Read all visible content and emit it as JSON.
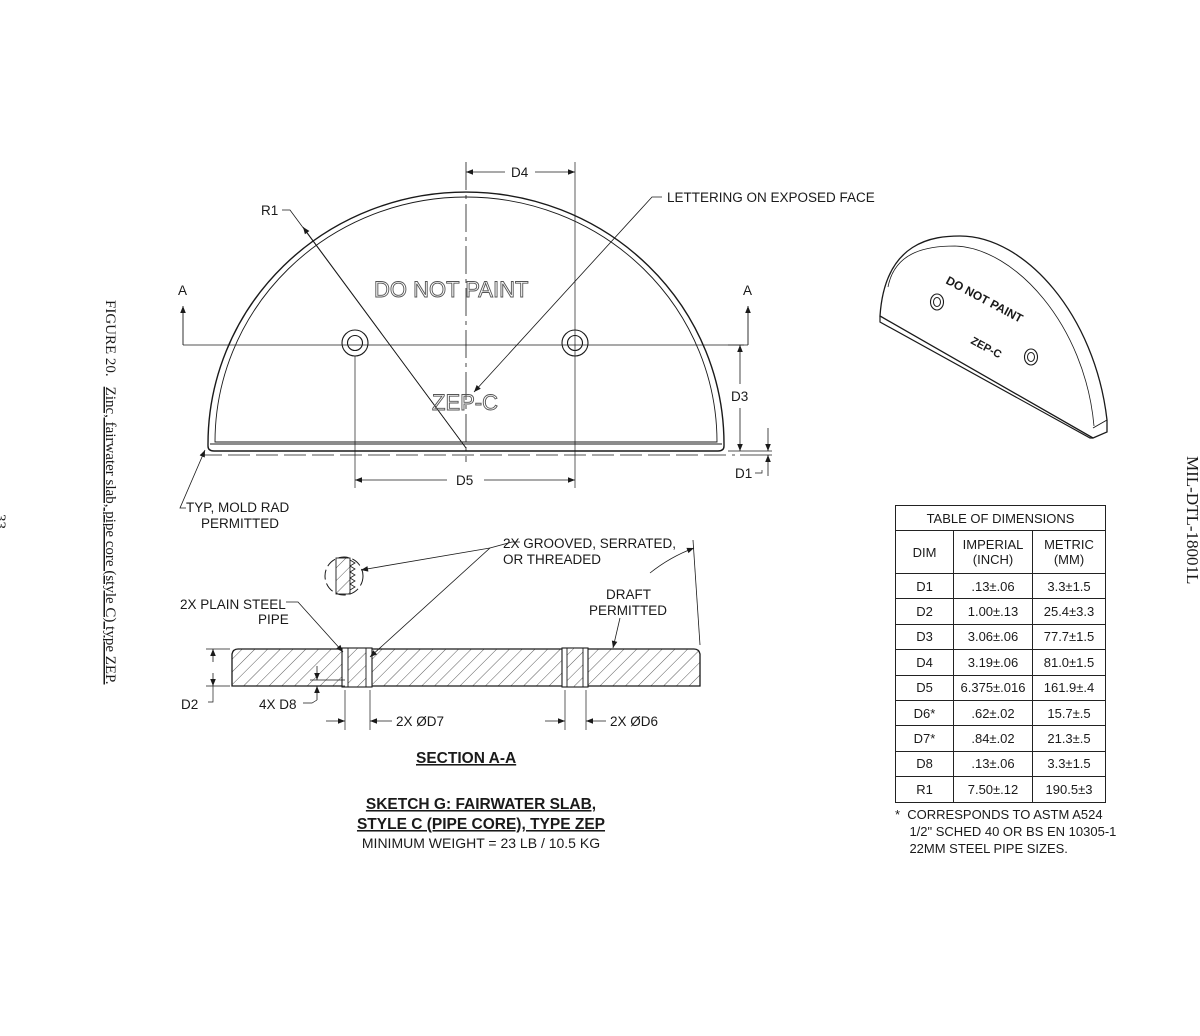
{
  "page": {
    "figure_caption_prefix": "FIGURE 20.",
    "figure_caption_title": "Zinc, fairwater slab, pipe core (style C) type ZEP.",
    "doc_id": "MIL-DTL-18001L",
    "page_number": "33"
  },
  "top_view": {
    "section_mark_left": "A",
    "section_mark_right": "A",
    "stamp_text": "DO  NOT  PAINT",
    "code_text": "ZEP-C",
    "label_r1": "R1",
    "label_d4": "D4",
    "label_d5": "D5",
    "label_d3": "D3",
    "label_d1": "D1",
    "callout_lettering": "LETTERING ON EXPOSED FACE",
    "callout_mold_rad_1": "TYP, MOLD RAD",
    "callout_mold_rad_2": "PERMITTED"
  },
  "iso_view": {
    "stamp_text": "DO NOT PAINT",
    "code_text": "ZEP-C"
  },
  "section": {
    "callout_grooved_1": "2X GROOVED, SERRATED,",
    "callout_grooved_2": "OR THREADED",
    "callout_pipe_1": "2X PLAIN STEEL",
    "callout_pipe_2": "PIPE",
    "callout_draft_1": "DRAFT",
    "callout_draft_2": "PERMITTED",
    "label_d2": "D2",
    "label_d8": "4X D8",
    "label_d7": "2X ØD7",
    "label_d6": "2X ØD6",
    "title": "SECTION A-A"
  },
  "sketch": {
    "title_line1": "SKETCH G: FAIRWATER SLAB,",
    "title_line2": "STYLE C (PIPE CORE), TYPE ZEP",
    "min_weight": "MINIMUM WEIGHT = 23 LB / 10.5 KG"
  },
  "table": {
    "caption": "TABLE OF DIMENSIONS",
    "headers": [
      "DIM",
      "IMPERIAL\n(INCH)",
      "METRIC\n(MM)"
    ],
    "rows": [
      [
        "D1",
        ".13±.06",
        "3.3±1.5"
      ],
      [
        "D2",
        "1.00±.13",
        "25.4±3.3"
      ],
      [
        "D3",
        "3.06±.06",
        "77.7±1.5"
      ],
      [
        "D4",
        "3.19±.06",
        "81.0±1.5"
      ],
      [
        "D5",
        "6.375±.016",
        "161.9±.4"
      ],
      [
        "D6*",
        ".62±.02",
        "15.7±.5"
      ],
      [
        "D7*",
        ".84±.02",
        "21.3±.5"
      ],
      [
        "D8",
        ".13±.06",
        "3.3±1.5"
      ],
      [
        "R1",
        "7.50±.12",
        "190.5±3"
      ]
    ],
    "footnote": "*  CORRESPONDS TO ASTM A524\n    1/2\" SCHED 40 OR BS EN 10305-1\n    22MM STEEL PIPE SIZES."
  }
}
